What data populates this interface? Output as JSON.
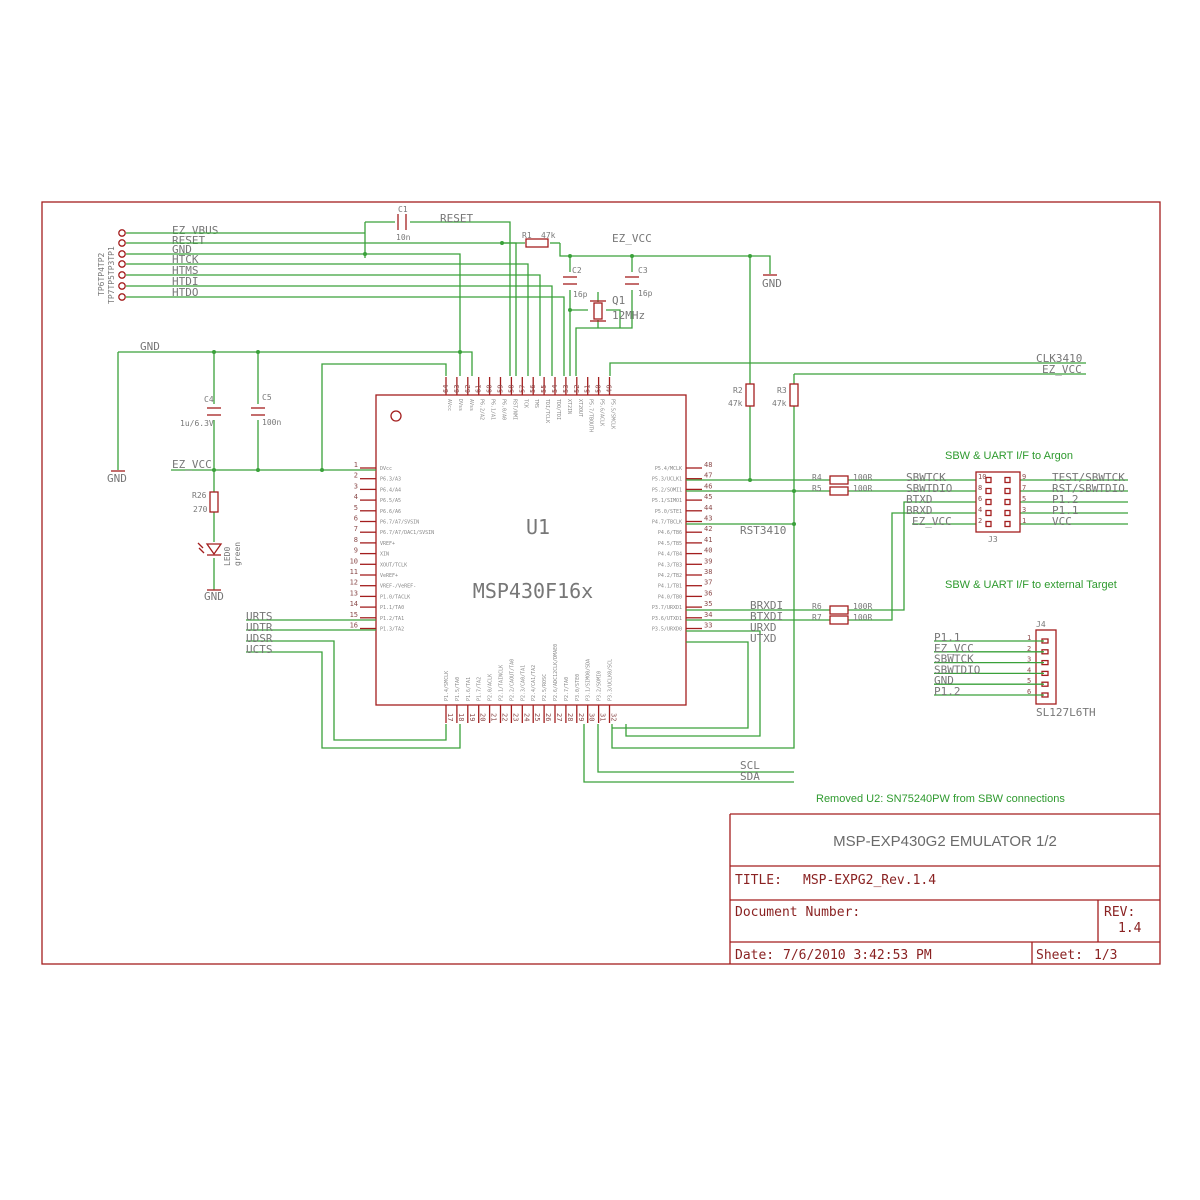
{
  "schematic": {
    "title": "MSP-EXP430G2 EMULATOR 1/2",
    "title_block": {
      "title_label": "TITLE:",
      "title_value": "MSP-EXPG2_Rev.1.4",
      "doc_label": "Document Number:",
      "rev_label": "REV:",
      "rev_value": "1.4",
      "date_label": "Date:",
      "date_value": "7/6/2010 3:42:53 PM",
      "sheet_label": "Sheet:",
      "sheet_value": "1/3"
    },
    "note_removed": "Removed U2: SN75240PW from SBW connections",
    "section_argon": "SBW & UART I/F to Argon",
    "section_external": "SBW & UART I/F to external Target",
    "chip": {
      "ref": "U1",
      "part": "MSP430F16x"
    },
    "testpoints": [
      "TP6TP4TP2",
      "TP7TP5TP3TP1"
    ],
    "left_nets": [
      "EZ_VBUS",
      "RESET",
      "GND",
      "HTCK",
      "HTMS",
      "HTDI",
      "HTDO"
    ],
    "reset_label": "RESET",
    "ez_vcc_top": "EZ_VCC",
    "gnd_top": "GND",
    "gnd_left": "GND",
    "gnd_bottom_left": "GND",
    "gnd_led": "GND",
    "ez_vcc_left": "EZ_VCC",
    "clk3410": "CLK3410",
    "ez_vcc_right": "EZ_VCC",
    "rst3410": "RST3410",
    "uart_left": [
      "URTS",
      "UDTR",
      "UDSR",
      "UCTS"
    ],
    "uart_right": [
      "BRXDI",
      "BTXDI",
      "URXD",
      "UTXD"
    ],
    "i2c": [
      "SCL",
      "SDA"
    ],
    "components": {
      "c1": "C1",
      "c1_val": "10n",
      "r1": "R1",
      "r1_val": "47k",
      "c2": "C2",
      "c2_val": "16p",
      "c3": "C3",
      "c3_val": "16p",
      "q1": "Q1",
      "q1_val": "12MHz",
      "c4": "C4",
      "c4_val": "1u/6.3V",
      "c5": "C5",
      "c5_val": "100n",
      "r26": "R26",
      "r26_val": "270",
      "led": "LED0",
      "led_val": "green",
      "r2": "R2",
      "r2_val": "47k",
      "r3": "R3",
      "r3_val": "47k",
      "r4": "R4",
      "r4_val": "100R",
      "r5": "R5",
      "r5_val": "100R",
      "r6": "R6",
      "r6_val": "100R",
      "r7": "R7",
      "r7_val": "100R"
    },
    "j3": {
      "ref": "J3",
      "left_nets": [
        "SBWTCK",
        "SBWTDIO",
        "BTXD",
        "BRXD",
        "EZ_VCC"
      ],
      "right_nets": [
        "TEST/SBWTCK",
        "RST/SBWTDIO",
        "P1.2",
        "P1.1",
        "VCC"
      ],
      "left_pins": [
        "10",
        "8",
        "6",
        "4",
        "2"
      ],
      "right_pins": [
        "9",
        "7",
        "5",
        "3",
        "1"
      ]
    },
    "j4": {
      "ref": "J4",
      "part": "SL127L6TH",
      "nets": [
        "P1.1",
        "EZ_VCC",
        "SBWTCK",
        "SBWTDIO",
        "GND",
        "P1.2"
      ],
      "pins": [
        "1",
        "2",
        "3",
        "4",
        "5",
        "6"
      ]
    },
    "pins_left": {
      "nums": [
        "1",
        "2",
        "3",
        "4",
        "5",
        "6",
        "7",
        "8",
        "9",
        "10",
        "11",
        "12",
        "13",
        "14",
        "15",
        "16"
      ],
      "names": [
        "DVcc",
        "P6.3/A3",
        "P6.4/A4",
        "P6.5/A5",
        "P6.6/A6",
        "P6.7/A7/SVSIN",
        "P6.7/A7/DAC1/SVSIN",
        "VREF+",
        "XIN",
        "XOUT/TCLK",
        "VeREF+",
        "VREF-/VeREF-",
        "P1.0/TACLK",
        "P1.1/TA0",
        "P1.2/TA1",
        "P1.3/TA2"
      ]
    },
    "pins_right": {
      "nums": [
        "48",
        "47",
        "46",
        "45",
        "44",
        "43",
        "42",
        "41",
        "40",
        "39",
        "38",
        "37",
        "36",
        "35",
        "34",
        "33"
      ],
      "names": [
        "P5.4/MCLK",
        "P5.3/UCLK1",
        "P5.2/SOMI1",
        "P5.1/SIMO1",
        "P5.0/STE1",
        "P4.7/TBCLK",
        "P4.6/TB6",
        "P4.5/TB5",
        "P4.4/TB4",
        "P4.3/TB3",
        "P4.2/TB2",
        "P4.1/TB1",
        "P4.0/TB0",
        "P3.7/URXD1",
        "P3.6/UTXD1",
        "P3.5/URXD0"
      ]
    },
    "pins_top": {
      "nums": [
        "64",
        "63",
        "62",
        "61",
        "60",
        "59",
        "58",
        "57",
        "56",
        "55",
        "54",
        "53",
        "52",
        "51",
        "50",
        "49"
      ],
      "names": [
        "AVcc",
        "DVss",
        "AVss",
        "P6.2/A2",
        "P6.1/A1",
        "P6.0/A0",
        "RST/NMI",
        "TCK",
        "TMS",
        "TDI/TCLK",
        "TDO/TDI",
        "XT2IN",
        "XT2OUT",
        "P5.7/TBOUTH",
        "P5.6/ACLK",
        "P5.5/SMCLK"
      ]
    },
    "pins_bottom": {
      "nums": [
        "17",
        "18",
        "19",
        "20",
        "21",
        "22",
        "23",
        "24",
        "25",
        "26",
        "27",
        "28",
        "29",
        "30",
        "31",
        "32"
      ],
      "names": [
        "P1.4/SMCLK",
        "P1.5/TA0",
        "P1.6/TA1",
        "P1.7/TA2",
        "P2.0/ACLK",
        "P2.1/TAINCLK",
        "P2.2/CAOUT/TA0",
        "P2.3/CA0/TA1",
        "P2.4/CA1/TA2",
        "P2.5/ROSC",
        "P2.6/ADC12CLK/DMAE0",
        "P2.7/TA0",
        "P3.0/STE0",
        "P3.1/SIMO0/SDA",
        "P3.2/SOMI0",
        "P3.3/UCLK0/SCL"
      ]
    }
  }
}
